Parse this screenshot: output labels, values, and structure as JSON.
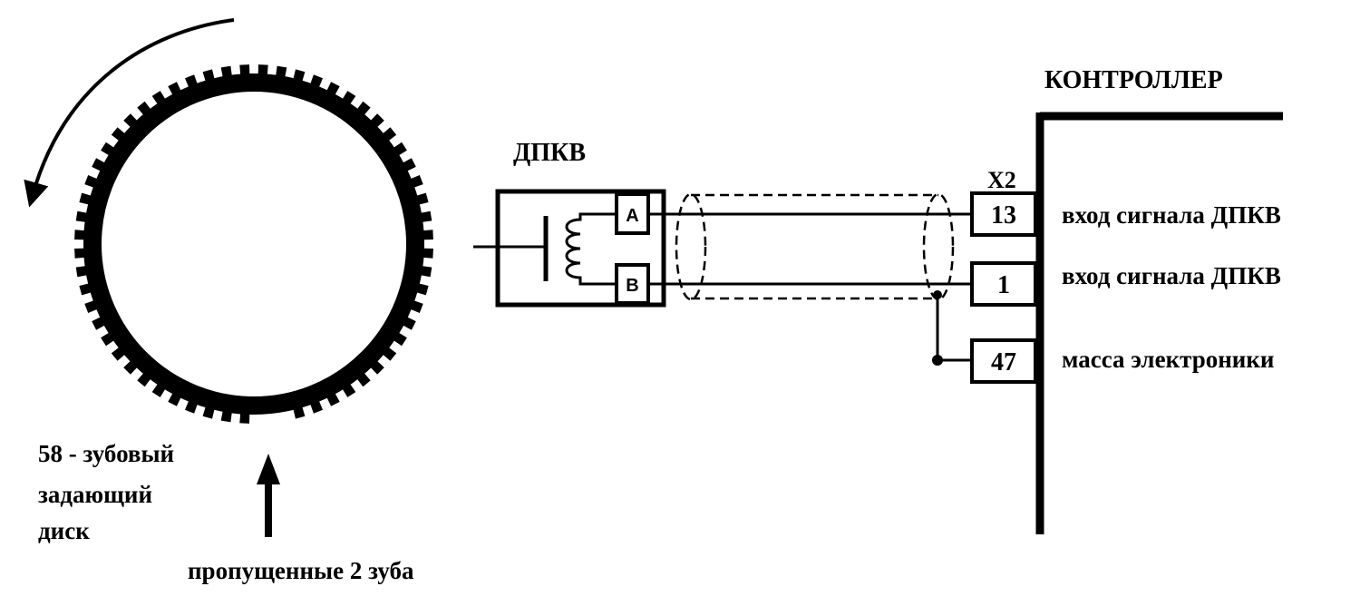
{
  "disk": {
    "teeth_total": 60,
    "teeth_present": 58,
    "teeth_missing": 2,
    "label_lines": [
      "58 - зубовый",
      "задающий",
      "диск"
    ],
    "missing_label": "пропущенные 2 зуба"
  },
  "sensor": {
    "title": "ДПКВ",
    "pin_a": "A",
    "pin_b": "B"
  },
  "controller": {
    "title": "КОНТРОЛЛЕР",
    "connector": "X2",
    "pins": [
      {
        "number": "13",
        "description": "вход сигнала ДПКВ"
      },
      {
        "number": "1",
        "description": "вход сигнала ДПКВ"
      },
      {
        "number": "47",
        "description": "масса электроники"
      }
    ]
  },
  "colors": {
    "ink": "#000000",
    "background": "#ffffff"
  }
}
